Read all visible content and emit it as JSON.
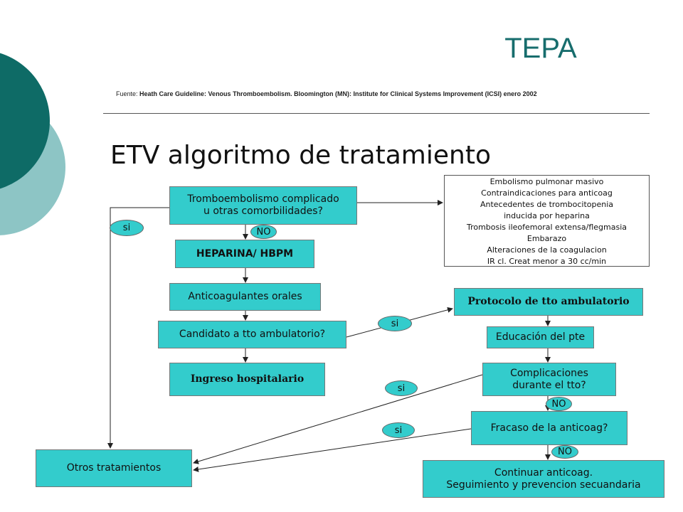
{
  "colors": {
    "box_fill": "#33cccc",
    "title": "#176d6d",
    "deco_dark": "#0e6b66",
    "deco_light": "#8dc5c5"
  },
  "title": "TEPA",
  "source": {
    "prefix": "Fuente: ",
    "text": "Heath Care Guideline: Venous Thromboembolism. Bloomington (MN): Institute for Clinical Systems Improvement (ICSI) enero 2002"
  },
  "subtitle": "ETV algoritmo de tratamiento",
  "nodes": {
    "complicated": {
      "line1": "Tromboembolismo complicado",
      "line2": "u otras comorbilidades?"
    },
    "heparina": "HEPARINA/ HBPM",
    "anticoag_orales": "Anticoagulantes orales",
    "candidato": "Candidato a tto ambulatorio?",
    "ingreso": "Ingreso hospitalario",
    "otros": "Otros tratamientos",
    "protocolo": "Protocolo de tto ambulatorio",
    "educacion": "Educación del pte",
    "complicaciones": {
      "line1": "Complicaciones",
      "line2": "durante el tto?"
    },
    "fracaso": "Fracaso de la anticoag?",
    "continuar": {
      "line1": "Continuar anticoag.",
      "line2": "Seguimiento y prevencion secuandaria"
    },
    "criteria": [
      "Embolismo pulmonar masivo",
      "Contraindicaciones  para anticoag",
      "Antecedentes  de trombocitopenia",
      "inducida  por heparina",
      "Trombosis ileofemoral extensa/flegmasia",
      "Embarazo",
      "Alteraciones  de la coagulacion",
      "IR cl. Creat menor a 30 cc/min"
    ]
  },
  "labels": {
    "si_left": "si",
    "no_1": "NO",
    "si_candidato": "si",
    "si_complicaciones": "si",
    "no_complicaciones": "NO",
    "si_fracaso": "si",
    "no_fracaso": "NO"
  }
}
